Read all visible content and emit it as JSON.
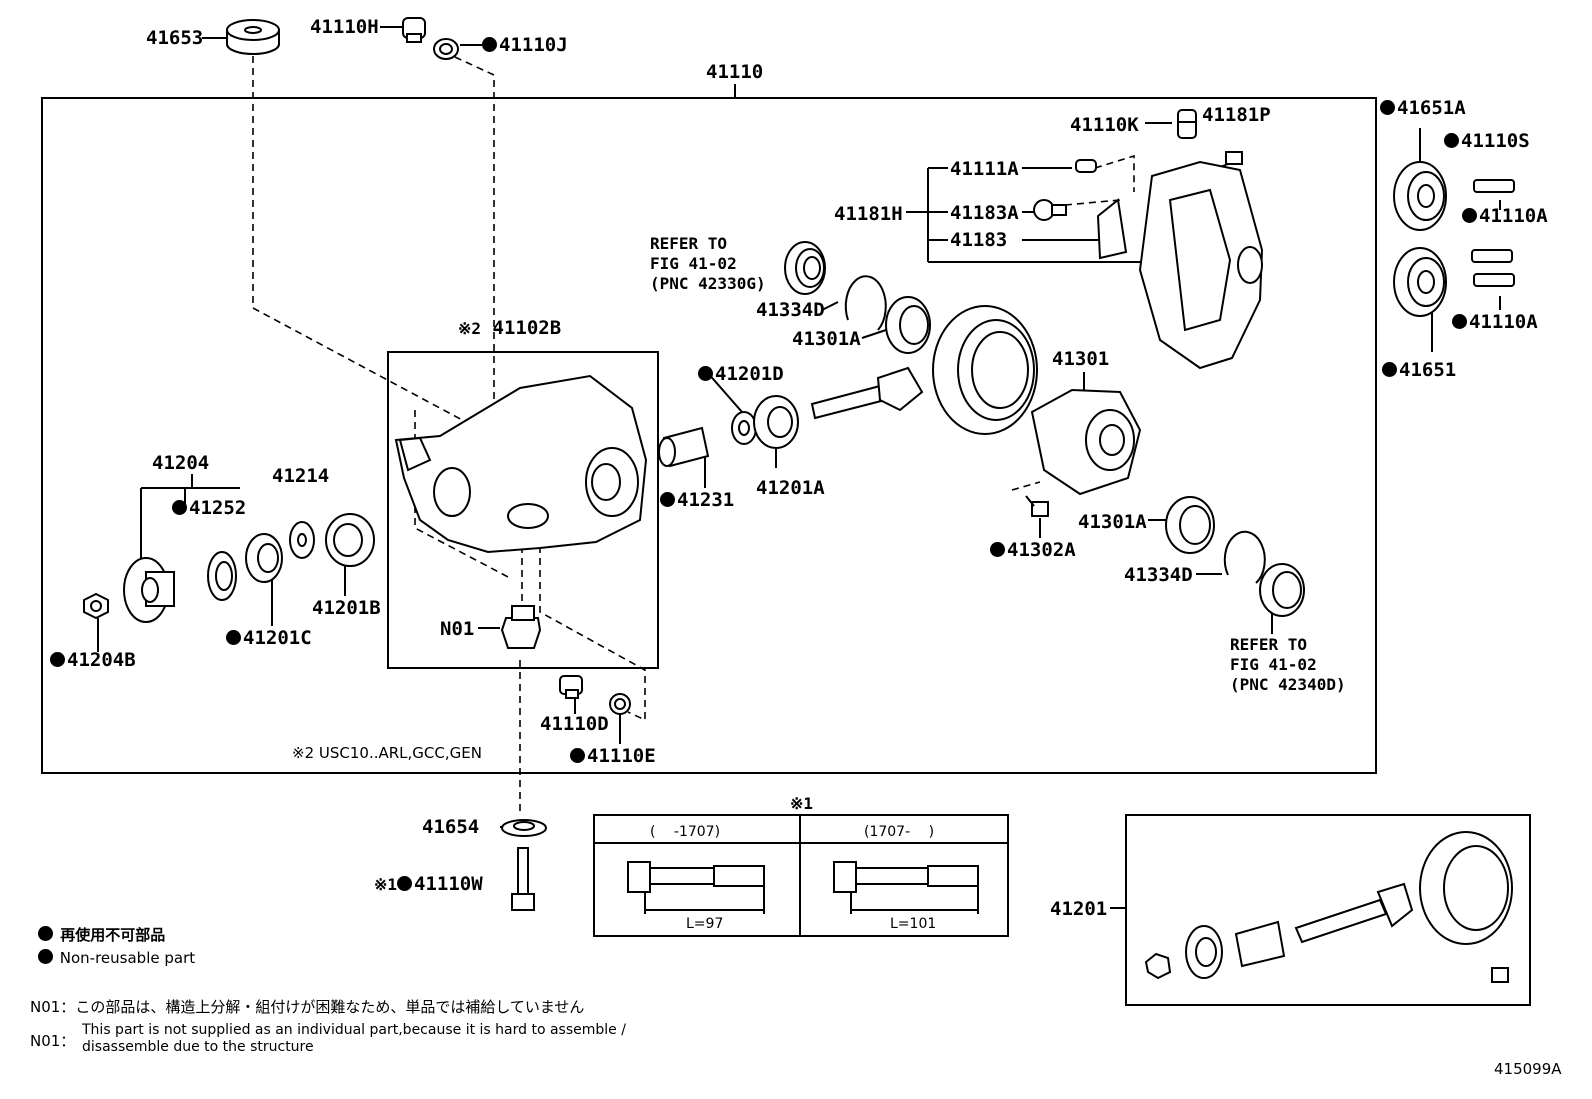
{
  "labels": {
    "p41653": "41653",
    "p41110H": "41110H",
    "p41110J": "41110J",
    "p41110": "41110",
    "p41651A": "41651A",
    "p41110S": "41110S",
    "p41110A_1": "41110A",
    "p41110A_2": "41110A",
    "p41651": "41651",
    "p41110K": "41110K",
    "p41181P": "41181P",
    "p41111A": "41111A",
    "p41181H": "41181H",
    "p41183A": "41183A",
    "p41183": "41183",
    "p41334D_1": "41334D",
    "p41301A_1": "41301A",
    "p41102B": "41102B",
    "p41201D": "41201D",
    "p41301": "41301",
    "p41204": "41204",
    "p41252": "41252",
    "p41214": "41214",
    "p41231": "41231",
    "p41201A": "41201A",
    "p41302A": "41302A",
    "p41301A_2": "41301A",
    "p41334D_2": "41334D",
    "p41201B": "41201B",
    "p41201C": "41201C",
    "p41204B": "41204B",
    "pN01": "N01",
    "p41110D": "41110D",
    "p41110E": "41110E",
    "p41654": "41654",
    "p41110W": "41110W",
    "p41201": "41201"
  },
  "refer_top": "REFER TO\nFIG 41-02\n(PNC 42330G)",
  "refer_bottom": "REFER TO\nFIG 41-02\n(PNC 42340D)",
  "mark2": "※2",
  "mark1": "※1",
  "note_mark2": "※2 USC10..ARL,GCC,GEN",
  "bolt_table": {
    "col1": "(　 -1707)",
    "col2": "(1707-　 )",
    "len1": "L=97",
    "len2": "L=101"
  },
  "legend": {
    "ja": "再使用不可部品",
    "en": "Non-reusable part"
  },
  "n01_notes": {
    "prefix": "N01：",
    "ja": "この部品は、構造上分解・組付けが困難なため、単品では補給していません",
    "en1": "This part is not supplied as an individual part,because it is hard to assemble /",
    "en2": "disassemble due to the structure"
  },
  "figure_id": "415099A"
}
